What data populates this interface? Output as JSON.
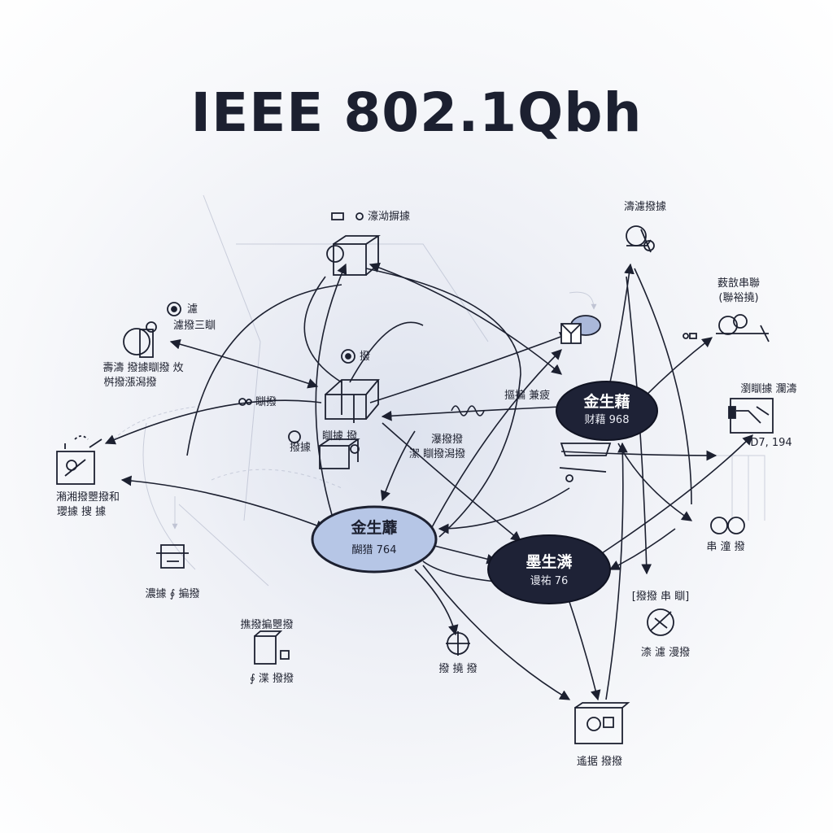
{
  "title": "IEEE 802.1Qbh",
  "hubs": [
    {
      "id": "center",
      "title": "金生蘼",
      "sub": "醐猎 764"
    },
    {
      "id": "right",
      "title": "金生藉",
      "sub": "财藉 968"
    },
    {
      "id": "lower",
      "title": "墨生潾",
      "sub": "谩祐 76"
    }
  ],
  "labels": {
    "top_device": "濠泑摒據",
    "top_right_device": "濤濾撥據",
    "right_device_1": "薮敨串聯",
    "right_device_1_sub": "(聯裕撓)",
    "left_device_1_a": "濾",
    "left_device_1_b": "濾撥三瞓",
    "left_device_1_c": "壽濤 撥據瞓撥 炇",
    "left_device_1_d": "桝撥漲潟撥",
    "mid_icon_1": "撥",
    "mid_icon_2": "瞓撥",
    "link_label": "摳揙 兼疲",
    "mid_device_label": "瞓據 撥",
    "mid_small_label": "撥據",
    "mid_small_label_2": "瀑撥撥",
    "mid_small_label_3": "潔 瞓撥潟撥",
    "right_device_2": "瀏瞓據 瀾濤",
    "right_device_2_value": "D7, 194",
    "left_device_2": "潲湘撥瞾撥和",
    "left_device_2_sub": "瓔據 搜 據",
    "left_device_3": "濃據 ∮ 揙撥",
    "bottom_left_device_top": "撨撥揙瞾撥",
    "bottom_left_device": "∮ 渫 撥撥",
    "bottom_center_device": "撥 撓 撥",
    "right_device_3": "串 潼 撥",
    "right_device_4_top": "[撥撥 串 瞓]",
    "right_device_4": "渿 濾 漫撥",
    "bottom_device": "遙据 撥撥"
  }
}
